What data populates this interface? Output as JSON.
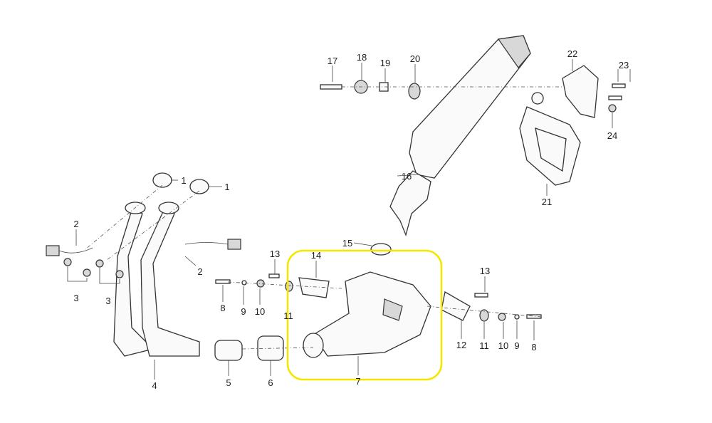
{
  "diagram": {
    "title": "Exhaust system exploded parts diagram",
    "highlight_color": "#f5e600",
    "highlighted_part": "7",
    "labels": {
      "p1a": "1",
      "p1b": "1",
      "p2a": "2",
      "p2b": "2",
      "p3a": "3",
      "p3b": "3",
      "p4": "4",
      "p5": "5",
      "p6": "6",
      "p7": "7",
      "p8a": "8",
      "p8b": "8",
      "p9a": "9",
      "p9b": "9",
      "p10a": "10",
      "p10b": "10",
      "p11a": "11",
      "p11b": "11",
      "p12": "12",
      "p13a": "13",
      "p13b": "13",
      "p14": "14",
      "p15": "15",
      "p16": "16",
      "p17": "17",
      "p18": "18",
      "p19": "19",
      "p20": "20",
      "p21": "21",
      "p22": "22",
      "p23": "23",
      "p24": "24"
    }
  }
}
